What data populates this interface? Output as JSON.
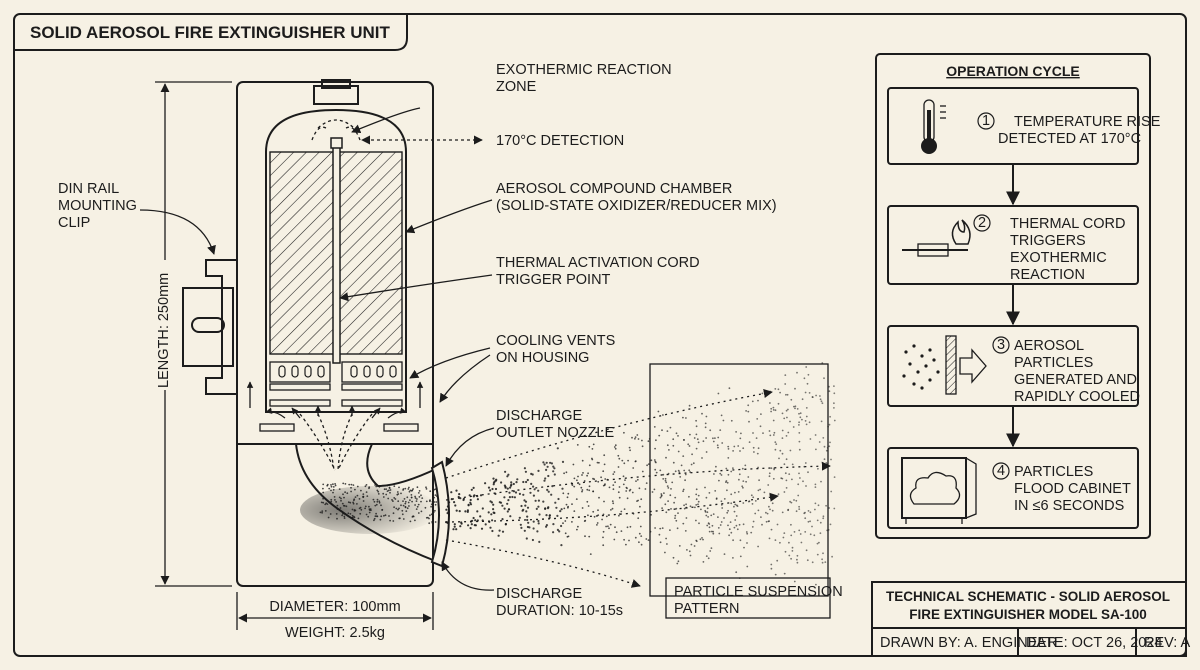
{
  "title": "SOLID AEROSOL FIRE EXTINGUISHER UNIT",
  "labels": {
    "reaction_zone_1": "EXOTHERMIC REACTION",
    "reaction_zone_2": "ZONE",
    "detection": "170°C DETECTION",
    "chamber_1": "AEROSOL COMPOUND CHAMBER",
    "chamber_2": "(SOLID-STATE OXIDIZER/REDUCER MIX)",
    "cord_1": "THERMAL ACTIVATION CORD",
    "cord_2": "TRIGGER POINT",
    "vents_1": "COOLING VENTS",
    "vents_2": "ON HOUSING",
    "nozzle_1": "DISCHARGE",
    "nozzle_2": "OUTLET NOZZLE",
    "duration_1": "DISCHARGE",
    "duration_2": "DURATION: 10-15s",
    "din_1": "DIN RAIL",
    "din_2": "MOUNTING",
    "din_3": "CLIP",
    "length": "LENGTH: 250mm",
    "diameter": "DIAMETER: 100mm",
    "weight": "WEIGHT: 2.5kg",
    "suspension_1": "PARTICLE SUSPENSION",
    "suspension_2": "PATTERN"
  },
  "cycle": {
    "title": "OPERATION CYCLE",
    "steps": [
      {
        "num": "1",
        "icon": "thermometer-icon",
        "lines": [
          "TEMPERATURE RISE",
          "DETECTED AT 170°C"
        ]
      },
      {
        "num": "2",
        "icon": "thermal-cord-flame-icon",
        "lines": [
          "THERMAL CORD",
          "TRIGGERS",
          "EXOTHERMIC",
          "REACTION"
        ]
      },
      {
        "num": "3",
        "icon": "aerosol-particles-icon",
        "lines": [
          "AEROSOL",
          "PARTICLES",
          "GENERATED AND",
          "RAPIDLY COOLED"
        ]
      },
      {
        "num": "4",
        "icon": "cabinet-flooded-icon",
        "lines": [
          "PARTICLES",
          "FLOOD CABINET",
          "IN ≤6 SECONDS"
        ]
      }
    ]
  },
  "titleblock": {
    "line1": "TECHNICAL SCHEMATIC - SOLID AEROSOL",
    "line2": "FIRE EXTINGUISHER MODEL SA-100",
    "drawn": "DRAWN BY: A. ENGINEER",
    "date": "DATE: OCT 26, 2024",
    "rev": "REV: A"
  },
  "colors": {
    "ink": "#1c1c1c",
    "paper": "#f6f1e4"
  }
}
